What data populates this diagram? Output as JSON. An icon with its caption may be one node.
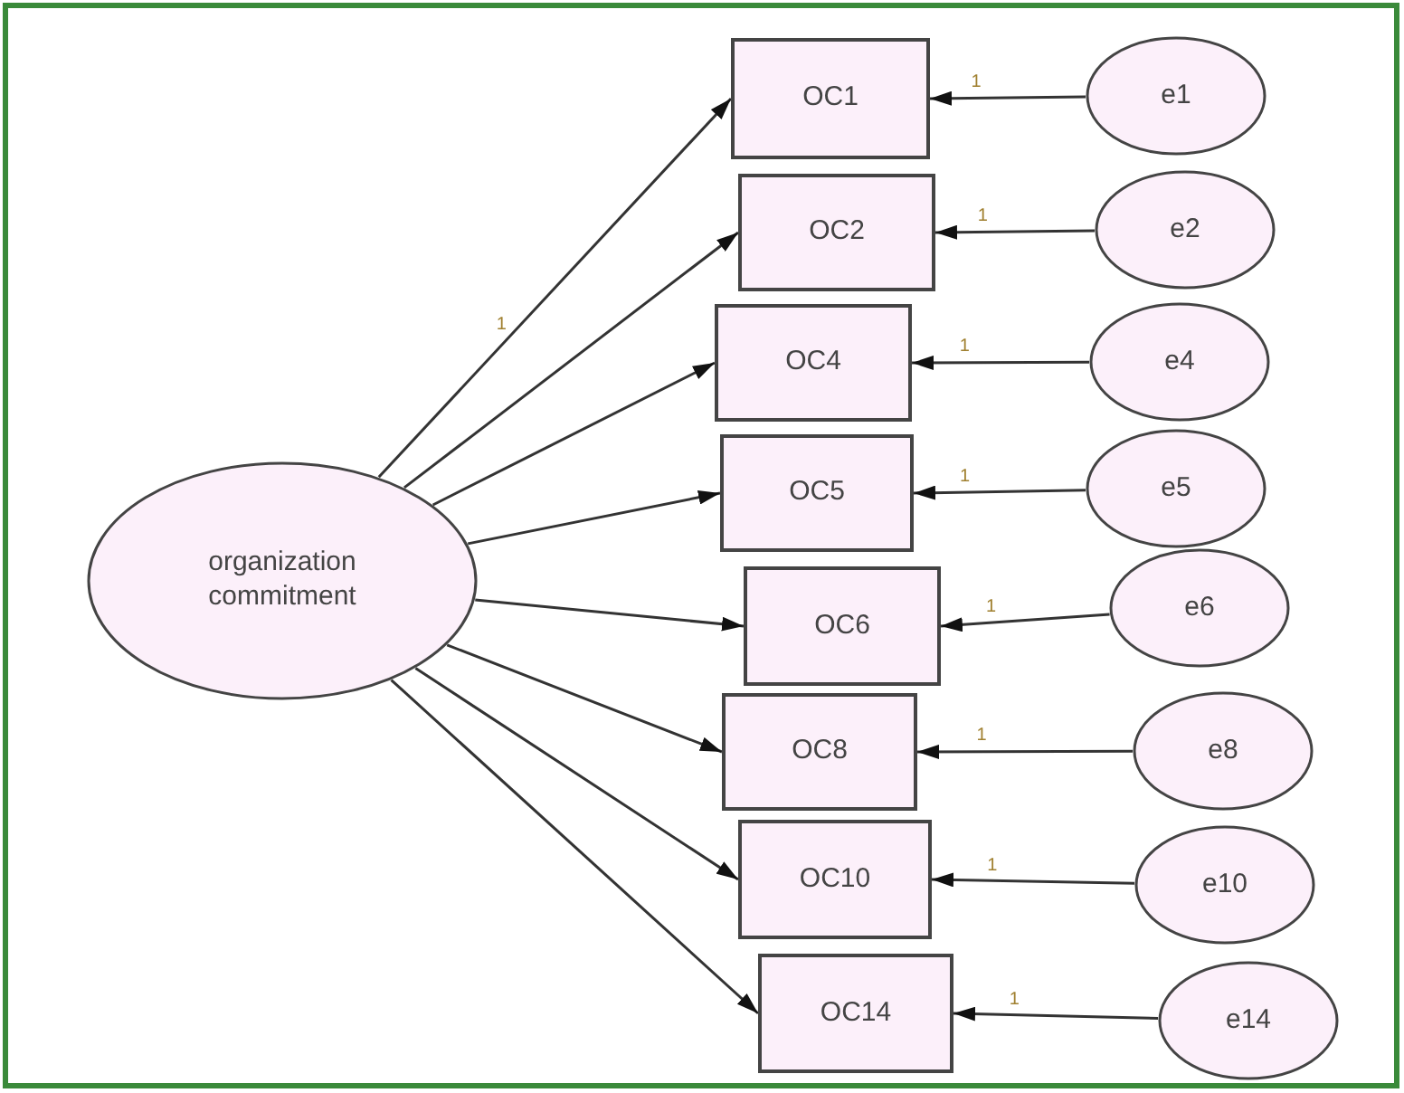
{
  "diagram": {
    "nodes": [
      {
        "text": [
          "organization commitment"
        ]
      },
      {
        "text": [
          "OC1"
        ]
      },
      {
        "text": [
          "OC2"
        ]
      },
      {
        "text": [
          "OC4"
        ]
      },
      {
        "text": [
          "OC5"
        ]
      },
      {
        "text": [
          "OC6"
        ]
      },
      {
        "text": [
          "OC8"
        ]
      },
      {
        "text": [
          "OC10"
        ]
      },
      {
        "text": [
          "OC14"
        ]
      },
      {
        "text": [
          "e1"
        ]
      },
      {
        "text": [
          "e2"
        ]
      },
      {
        "text": [
          "e4"
        ]
      },
      {
        "text": [
          "e5"
        ]
      },
      {
        "text": [
          "e6"
        ]
      },
      {
        "text": [
          "e8"
        ]
      },
      {
        "text": [
          "e10"
        ]
      },
      {
        "text": [
          "e14"
        ]
      }
    ],
    "edges": [
      {
        "from": 0,
        "to": 1,
        "arrow": "to",
        "label": "1"
      },
      {
        "from": 0,
        "to": 2,
        "arrow": "to"
      },
      {
        "from": 0,
        "to": 3,
        "arrow": "to"
      },
      {
        "from": 0,
        "to": 4,
        "arrow": "to"
      },
      {
        "from": 0,
        "to": 5,
        "arrow": "to"
      },
      {
        "from": 0,
        "to": 6,
        "arrow": "to"
      },
      {
        "from": 0,
        "to": 7,
        "arrow": "to"
      },
      {
        "from": 0,
        "to": 8,
        "arrow": "to"
      },
      {
        "from": 9,
        "to": 1,
        "arrow": "to",
        "label": "1"
      },
      {
        "from": 10,
        "to": 2,
        "arrow": "to",
        "label": "1"
      },
      {
        "from": 11,
        "to": 3,
        "arrow": "to",
        "label": "1"
      },
      {
        "from": 12,
        "to": 4,
        "arrow": "to",
        "label": "1"
      },
      {
        "from": 13,
        "to": 5,
        "arrow": "to",
        "label": "1"
      },
      {
        "from": 14,
        "to": 6,
        "arrow": "to",
        "label": "1"
      },
      {
        "from": 15,
        "to": 7,
        "arrow": "to",
        "label": "1"
      },
      {
        "from": 16,
        "to": 8,
        "arrow": "to",
        "label": "1"
      }
    ]
  }
}
